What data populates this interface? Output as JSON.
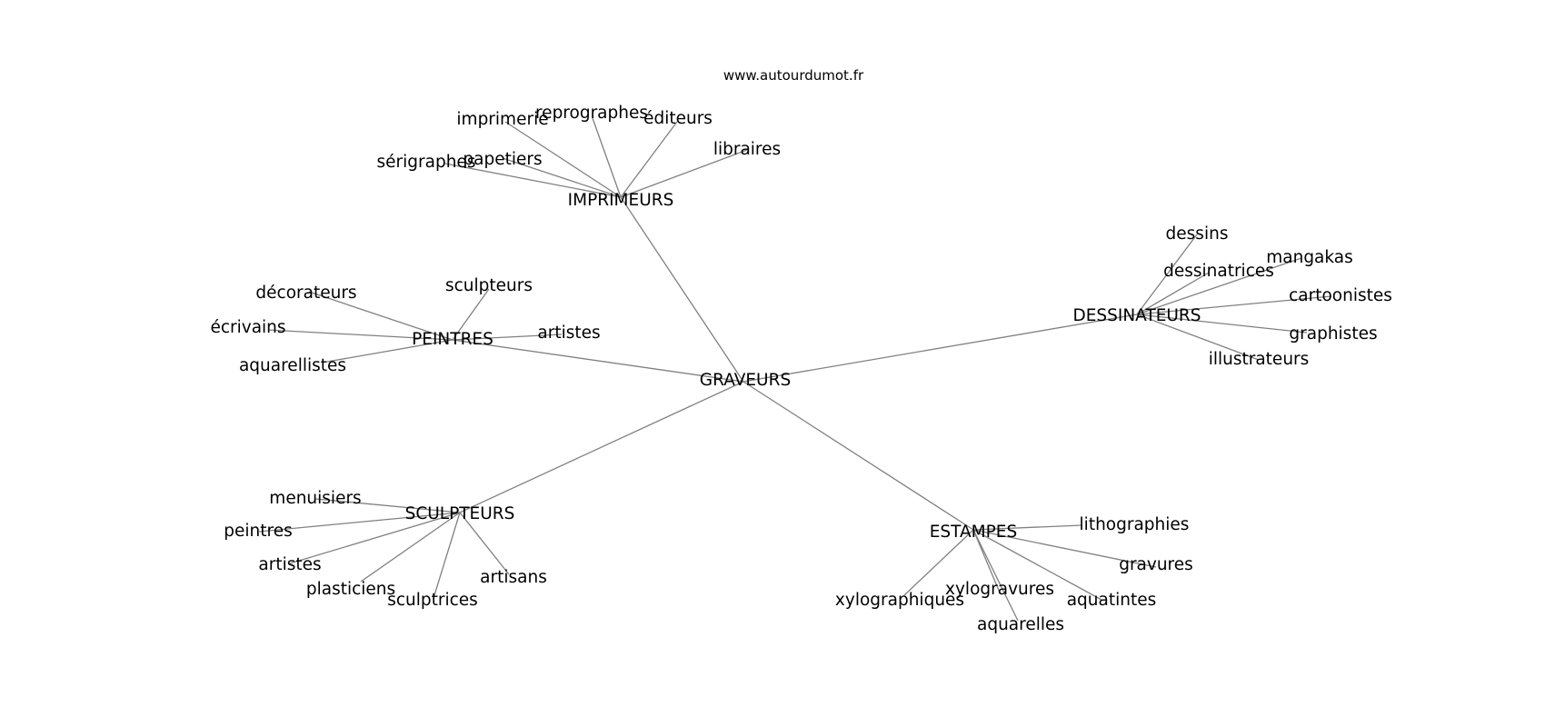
{
  "watermark": "www.autourdumot.fr",
  "colors": {
    "edge": "#808080",
    "text": "#000000",
    "background": "#ffffff"
  },
  "center": "GRAVEURS",
  "hubs": [
    {
      "label": "IMPRIMEURS",
      "children": [
        "imprimerie",
        "reprographes",
        "éditeurs",
        "libraires",
        "sérigraphes",
        "papetiers"
      ]
    },
    {
      "label": "PEINTRES",
      "children": [
        "décorateurs",
        "sculpteurs",
        "écrivains",
        "artistes",
        "aquarellistes"
      ]
    },
    {
      "label": "DESSINATEURS",
      "children": [
        "dessins",
        "dessinatrices",
        "mangakas",
        "cartoonistes",
        "graphistes",
        "illustrateurs"
      ]
    },
    {
      "label": "SCULPTEURS",
      "children": [
        "menuisiers",
        "peintres",
        "artistes",
        "plasticiens",
        "sculptrices",
        "artisans"
      ]
    },
    {
      "label": "ESTAMPES",
      "children": [
        "lithographies",
        "gravures",
        "xylogravures",
        "aquatintes",
        "xylographiques",
        "aquarelles"
      ]
    }
  ]
}
